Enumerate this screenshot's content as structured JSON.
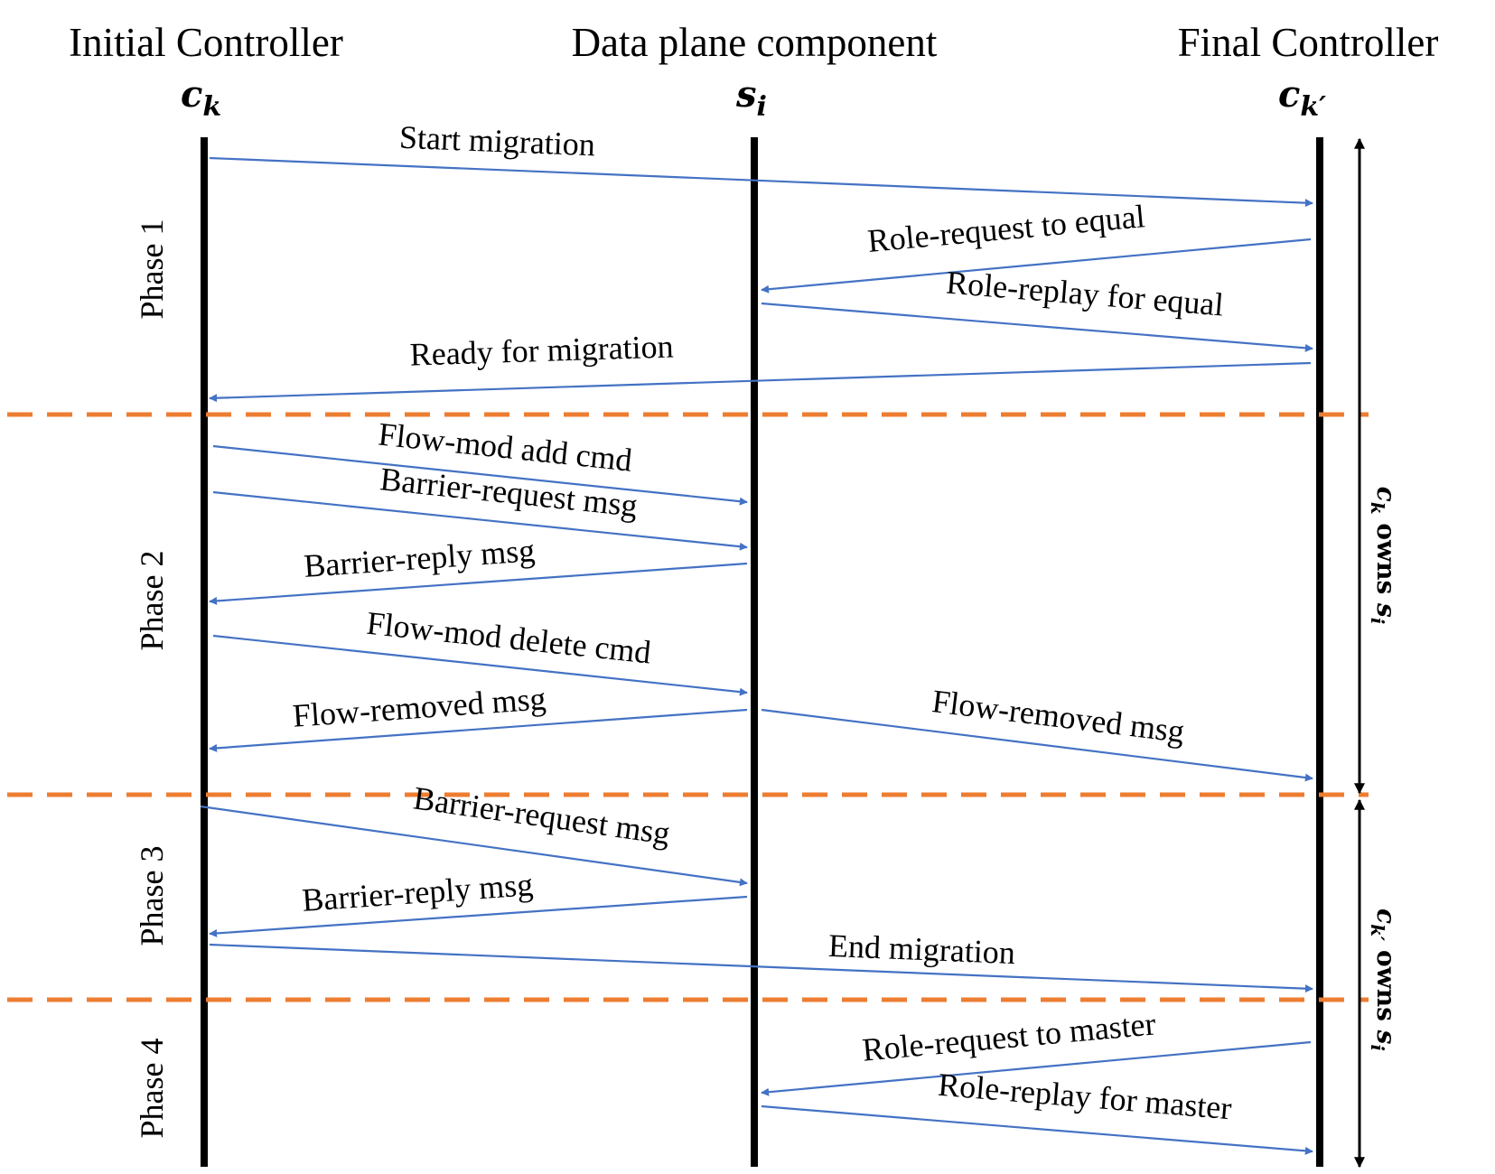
{
  "headers": {
    "initial": "Initial Controller",
    "data_plane": "Data plane component",
    "final": "Final Controller"
  },
  "symbols": {
    "initial": {
      "base": "c",
      "sub": "k"
    },
    "data_plane": {
      "base": "s",
      "sub": "i"
    },
    "final": {
      "base": "c",
      "sub": "k′"
    }
  },
  "phases": [
    "Phase 1",
    "Phase 2",
    "Phase 3",
    "Phase 4"
  ],
  "ownership": [
    {
      "owner": "c",
      "owner_sub": "k",
      "text": " owns ",
      "target": "s",
      "target_sub": "i"
    },
    {
      "owner": "c",
      "owner_sub": "k′",
      "text": " owns ",
      "target": "s",
      "target_sub": "i"
    }
  ],
  "messages": [
    {
      "label": "Start migration",
      "from": "initial",
      "to": "final"
    },
    {
      "label": "Role-request to equal",
      "from": "final",
      "to": "data_plane"
    },
    {
      "label": "Role-replay for equal",
      "from": "data_plane",
      "to": "final"
    },
    {
      "label": "Ready for migration",
      "from": "final",
      "to": "initial"
    },
    {
      "label": "Flow-mod add cmd",
      "from": "initial",
      "to": "data_plane"
    },
    {
      "label": "Barrier-request msg",
      "from": "initial",
      "to": "data_plane"
    },
    {
      "label": "Barrier-reply msg",
      "from": "data_plane",
      "to": "initial"
    },
    {
      "label": "Flow-mod delete cmd",
      "from": "initial",
      "to": "data_plane"
    },
    {
      "label": "Flow-removed msg",
      "from": "data_plane",
      "to": "initial"
    },
    {
      "label": "Flow-removed msg",
      "from": "data_plane",
      "to": "final"
    },
    {
      "label": "Barrier-request msg",
      "from": "initial",
      "to": "data_plane"
    },
    {
      "label": "Barrier-reply msg",
      "from": "data_plane",
      "to": "initial"
    },
    {
      "label": "End migration",
      "from": "initial",
      "to": "final"
    },
    {
      "label": "Role-request to master",
      "from": "final",
      "to": "data_plane"
    },
    {
      "label": "Role-replay for master",
      "from": "data_plane",
      "to": "final"
    }
  ],
  "colors": {
    "arrow": "#4472c4",
    "separator": "#ed7d31",
    "lifeline": "#000000"
  }
}
